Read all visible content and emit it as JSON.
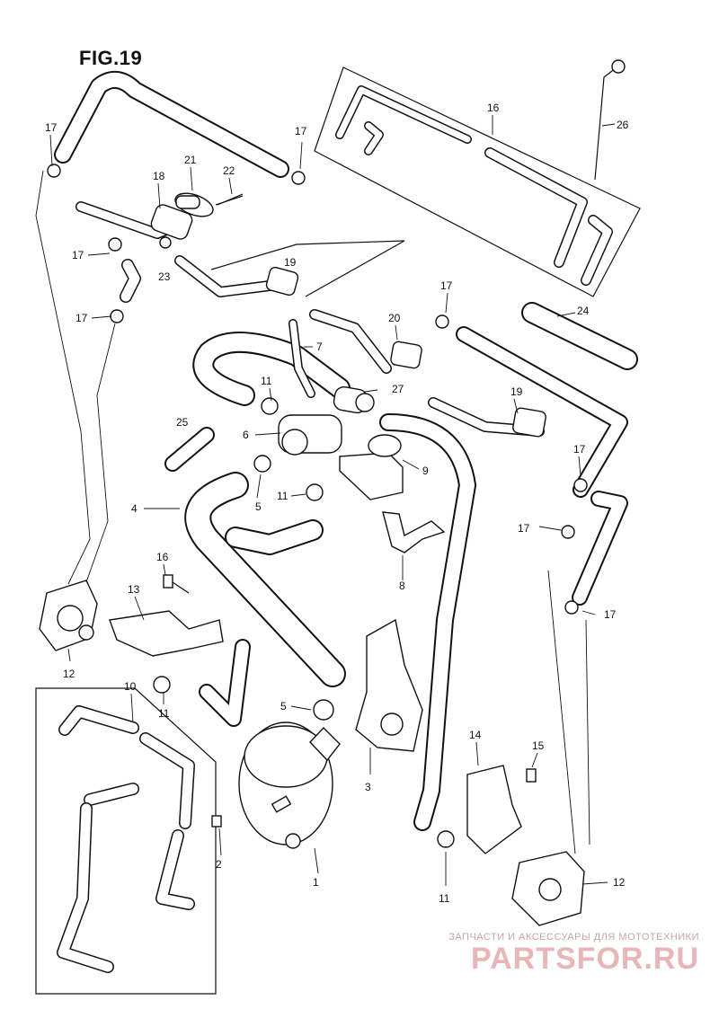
{
  "figure": {
    "title": "FIG.19"
  },
  "callouts": {
    "c1": "1",
    "c2": "2",
    "c3": "3",
    "c4": "4",
    "c5a": "5",
    "c5b": "5",
    "c6": "6",
    "c7": "7",
    "c8": "8",
    "c9": "9",
    "c10": "10",
    "c11a": "11",
    "c11b": "11",
    "c11c": "11",
    "c11d": "11",
    "c12a": "12",
    "c12b": "12",
    "c13": "13",
    "c14": "14",
    "c15": "15",
    "c16a": "16",
    "c16b": "16",
    "c17a": "17",
    "c17b": "17",
    "c17c": "17",
    "c17d": "17",
    "c17e": "17",
    "c17f": "17",
    "c17g": "17",
    "c17h": "17",
    "c18": "18",
    "c19a": "19",
    "c19b": "19",
    "c20": "20",
    "c21": "21",
    "c22": "22",
    "c23": "23",
    "c24": "24",
    "c25": "25",
    "c26": "26",
    "c27": "27"
  },
  "watermark": {
    "tagline": "ЗАПЧАСТИ И АКСЕССУАРЫ ДЛЯ МОТОТЕХНИКИ",
    "logo": "PARTSFOR.RU"
  },
  "colors": {
    "line": "#111111",
    "watermark_text": "#c8a4a4",
    "watermark_logo": "#e8b6b6"
  }
}
